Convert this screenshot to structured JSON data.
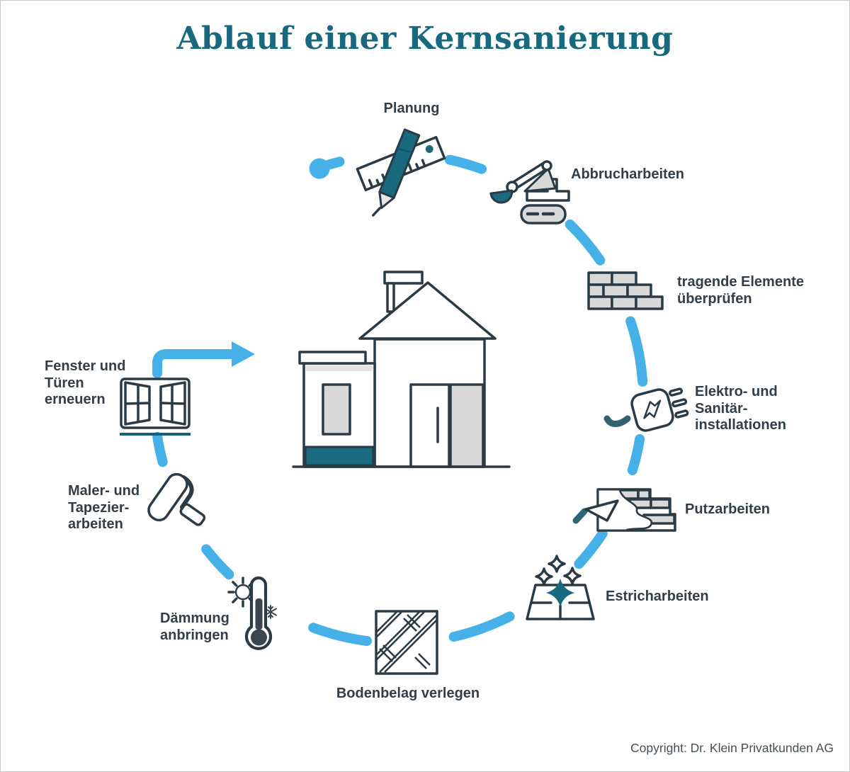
{
  "title": "Ablauf einer Kernsanierung",
  "copyright": "Copyright: Dr. Klein Privatkunden AG",
  "colors": {
    "accent_blue": "#45b1e8",
    "brand_teal": "#19697e",
    "outline_dark": "#2b3b46",
    "text": "#323e48",
    "light_gray": "#d9d9d9"
  },
  "center": {
    "icon": "house-icon"
  },
  "steps": [
    {
      "id": "planung",
      "label": "Planung",
      "icon": "pencil-ruler-icon"
    },
    {
      "id": "abbrucharbeiten",
      "label": "Abbrucharbeiten",
      "icon": "excavator-icon"
    },
    {
      "id": "tragende-elemente",
      "label": "tragende Elemente\nüberprüfen",
      "icon": "brick-wall-icon"
    },
    {
      "id": "elektro-sanitaer",
      "label": "Elektro- und\nSanitär-\ninstallationen",
      "icon": "power-plug-icon"
    },
    {
      "id": "putzarbeiten",
      "label": "Putzarbeiten",
      "icon": "plaster-trowel-icon"
    },
    {
      "id": "estricharbeiten",
      "label": "Estricharbeiten",
      "icon": "screed-floor-icon"
    },
    {
      "id": "bodenbelag",
      "label": "Bodenbelag verlegen",
      "icon": "parquet-floor-icon"
    },
    {
      "id": "daemmung",
      "label": "Dämmung\nanbringen",
      "icon": "thermometer-icon"
    },
    {
      "id": "maler-tapezier",
      "label": "Maler- und\nTapezier-\narbeiten",
      "icon": "paint-roller-icon"
    },
    {
      "id": "fenster-tueren",
      "label": "Fenster und\nTüren\nerneuern",
      "icon": "open-window-icon"
    }
  ]
}
